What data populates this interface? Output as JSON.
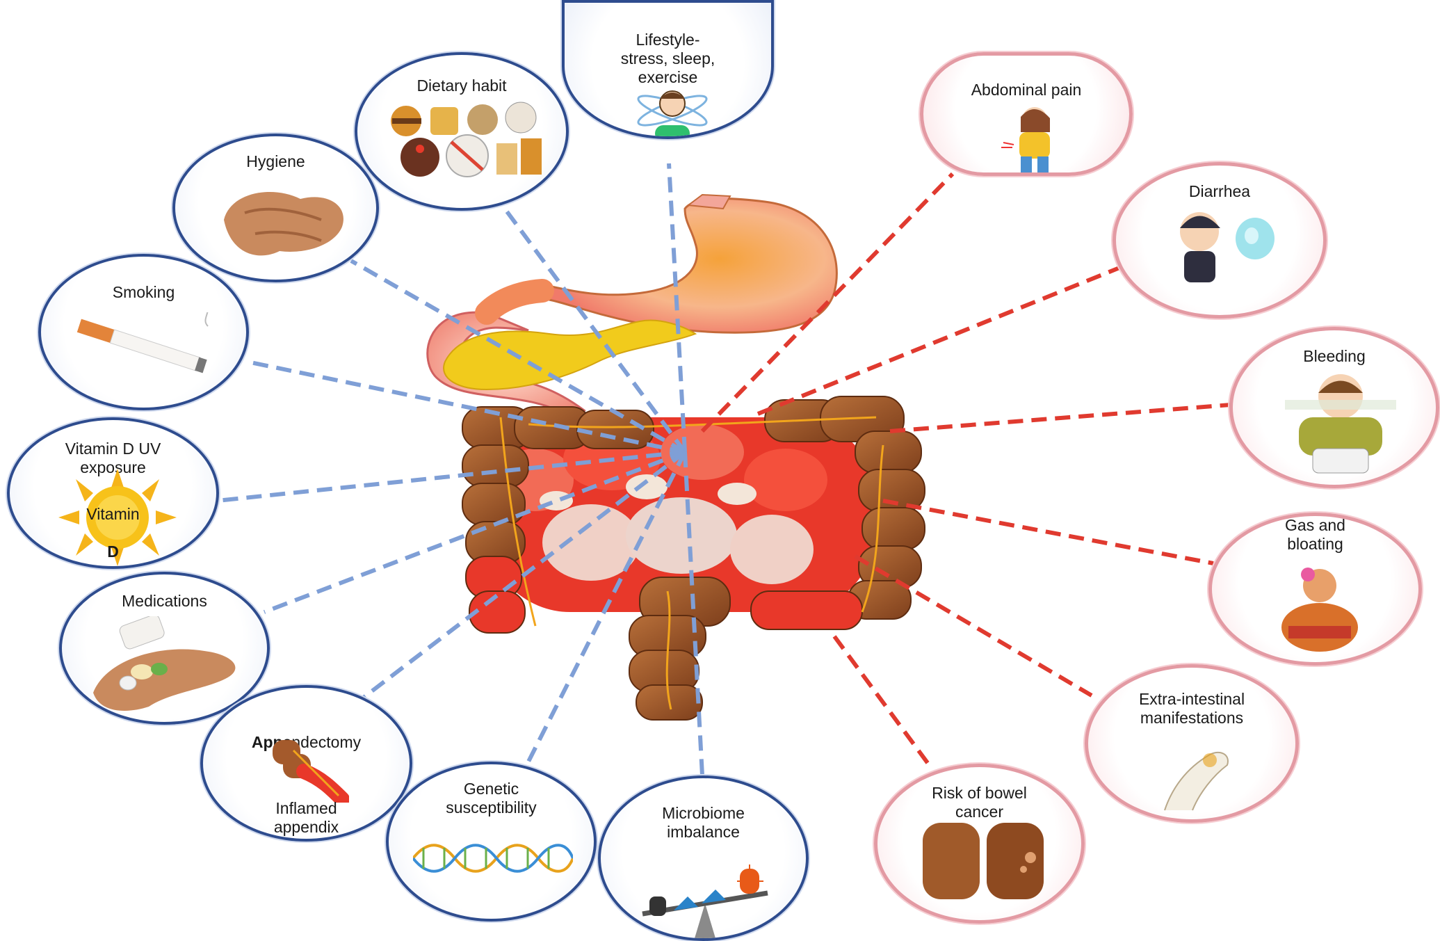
{
  "risk_factors": [
    {
      "id": "lifestyle",
      "label": "Lifestyle-\nstress, sleep,\nexercise",
      "icon": "meditating-person-icon"
    },
    {
      "id": "dietary",
      "label": "Dietary habit",
      "icon": "junk-food-icon"
    },
    {
      "id": "hygiene",
      "label": "Hygiene",
      "icon": "hands-washing-icon"
    },
    {
      "id": "smoking",
      "label": "Smoking",
      "icon": "cigarette-icon"
    },
    {
      "id": "vitamin-d",
      "label": "Vitamin D UV\nexposure",
      "icon": "sun-icon",
      "icon_text_1": "Vitamin",
      "icon_text_2": "D"
    },
    {
      "id": "medications",
      "label": "Medications",
      "icon": "pills-in-hand-icon"
    },
    {
      "id": "appendectomy",
      "label": "Appendectomy",
      "label_bold_part": "App",
      "label_rest": "endectomy",
      "sublabel": "Inflamed\nappendix",
      "icon": "appendix-icon"
    },
    {
      "id": "genetic",
      "label": "Genetic\nsusceptibility",
      "icon": "dna-icon"
    },
    {
      "id": "microbiome",
      "label": "Microbiome\nimbalance",
      "icon": "seesaw-bacteria-icon"
    }
  ],
  "symptoms": [
    {
      "id": "abdominal-pain",
      "label": "Abdominal pain",
      "icon": "person-with-stomach-ache-icon"
    },
    {
      "id": "diarrhea",
      "label": "Diarrhea",
      "icon": "boy-with-diarrhea-icon"
    },
    {
      "id": "bleeding",
      "label": "Bleeding",
      "icon": "person-on-toilet-icon"
    },
    {
      "id": "gas-bloating",
      "label": "Gas and\nbloating",
      "icon": "bloated-person-icon"
    },
    {
      "id": "extra-intestinal",
      "label": "Extra-intestinal\nmanifestations",
      "icon": "joint-skeleton-icon"
    },
    {
      "id": "bowel-cancer",
      "label": "Risk of  bowel\ncancer",
      "icon": "bowel-tumor-icon"
    }
  ],
  "colors": {
    "risk_line": "#7f9fd6",
    "symptom_line": "#e03a2f",
    "risk_border": "#2e4c8e",
    "symptom_border": "#e39aa3",
    "colon": "#a45a2c",
    "small_intestine": "#e8382a",
    "stomach": "#f4b074",
    "pancreas": "#f1cb1c"
  }
}
